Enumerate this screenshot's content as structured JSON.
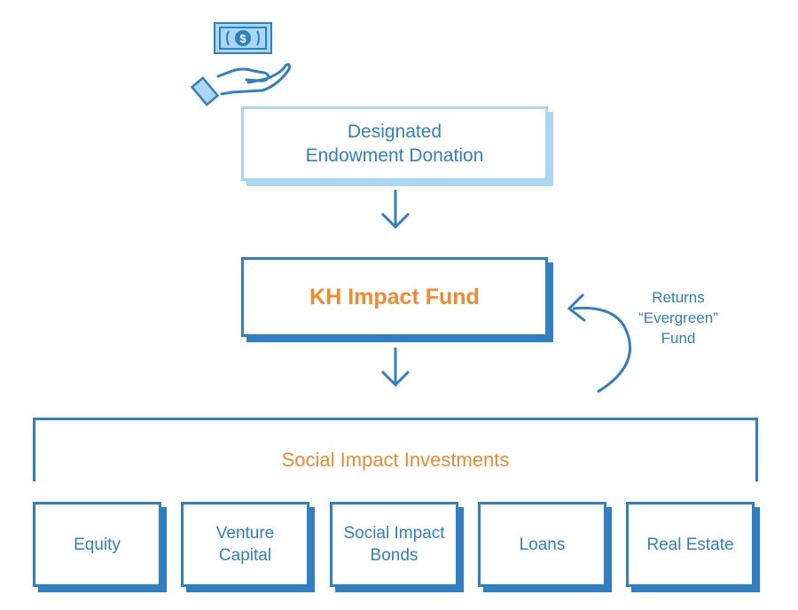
{
  "nodes": {
    "donation_line1": "Designated",
    "donation_line2": "Endowment Donation",
    "fund": "KH Impact Fund",
    "investments": "Social Impact Investments",
    "returns_line1": "Returns",
    "returns_line2": "“Evergreen”",
    "returns_line3": "Fund"
  },
  "categories": [
    {
      "line1": "Equity",
      "line2": ""
    },
    {
      "line1": "Venture",
      "line2": "Capital"
    },
    {
      "line1": "Social Impact",
      "line2": "Bonds"
    },
    {
      "line1": "Loans",
      "line2": ""
    },
    {
      "line1": "Real Estate",
      "line2": ""
    }
  ],
  "icons": [
    "money-bill-icon",
    "hand-icon"
  ],
  "colors": {
    "primary": "#2e7fc4",
    "light": "#a9d6f2",
    "accent": "#f08a2c"
  }
}
